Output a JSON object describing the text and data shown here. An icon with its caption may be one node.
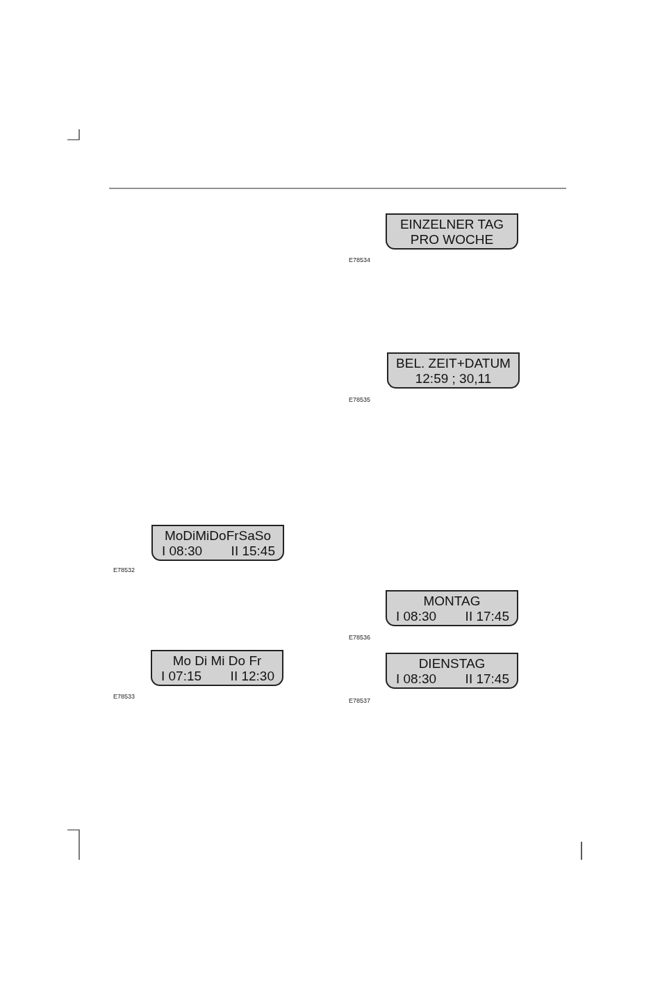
{
  "diagram": {
    "nodes": [
      {
        "text": [
          "EINZELNER TAG",
          "PRO WOCHE"
        ],
        "beside": [
          "E78534"
        ]
      },
      {
        "text": [
          "BEL. ZEIT+DATUM",
          "12:59 ; 30,11"
        ],
        "beside": [
          "E78535"
        ]
      },
      {
        "text": [
          "MoDiMiDoFrSaSo",
          "I 08:30",
          "II 15:45"
        ],
        "beside": [
          "E78532"
        ]
      },
      {
        "text": [
          "MONTAG",
          "I 08:30",
          "II 17:45"
        ],
        "beside": [
          "E78536"
        ]
      },
      {
        "text": [
          "Mo Di Mi Do Fr",
          "I 07:15",
          "II 12:30"
        ],
        "beside": [
          "E78533"
        ]
      },
      {
        "text": [
          "DIENSTAG",
          "I 08:30",
          "II 17:45"
        ],
        "beside": [
          "E78537"
        ]
      }
    ]
  }
}
